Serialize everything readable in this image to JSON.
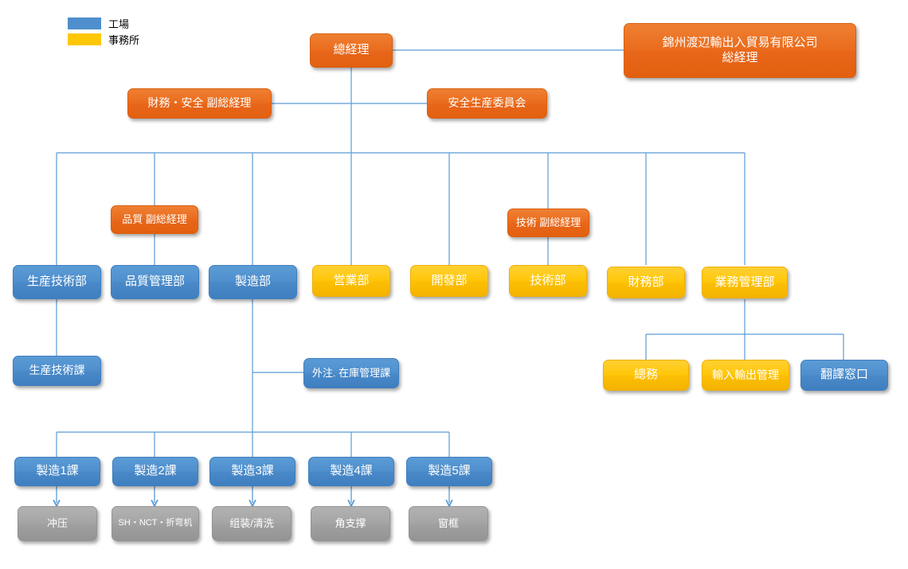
{
  "chart_type": "organization-chart",
  "legend": {
    "items": [
      {
        "label": "工場",
        "color": "#4f8fcd",
        "key": "factory"
      },
      {
        "label": "事務所",
        "color": "#ffc708",
        "key": "office"
      }
    ]
  },
  "colors": {
    "orange": "#e8661a",
    "blue": "#4f8fcd",
    "yellow": "#ffc708",
    "gray": "#a0a0a0",
    "connector": "#5b9bd5"
  },
  "nodes": {
    "general_manager": {
      "label": "總経理",
      "type": "orange"
    },
    "trading_company": {
      "label": "錦州渡辺輸出入貿易有限公司\n総経理",
      "line1": "錦州渡辺輸出入貿易有限公司",
      "line2": "総経理",
      "type": "orange"
    },
    "finance_safety_deputy": {
      "label": "財務・安全 副総経理",
      "type": "orange"
    },
    "safety_production_committee": {
      "label": "安全生産委員会",
      "type": "orange"
    },
    "quality_deputy": {
      "label": "品質 副総経理",
      "type": "orange"
    },
    "tech_deputy": {
      "label": "技術 副総経理",
      "type": "orange"
    },
    "dept_production_tech": {
      "label": "生産技術部",
      "type": "blue"
    },
    "dept_quality_mgmt": {
      "label": "品質管理部",
      "type": "blue"
    },
    "dept_manufacturing": {
      "label": "製造部",
      "type": "blue"
    },
    "dept_sales": {
      "label": "営業部",
      "type": "yellow"
    },
    "dept_development": {
      "label": "開發部",
      "type": "yellow"
    },
    "dept_technology": {
      "label": "技術部",
      "type": "yellow"
    },
    "dept_finance": {
      "label": "財務部",
      "type": "yellow"
    },
    "dept_business_mgmt": {
      "label": "業務管理部",
      "type": "yellow"
    },
    "sec_production_tech": {
      "label": "生産技術課",
      "type": "blue"
    },
    "sec_outsourcing_inventory": {
      "label": "外注. 在庫管理課",
      "type": "blue"
    },
    "sec_general_affairs": {
      "label": "總務",
      "type": "yellow"
    },
    "sec_import_export": {
      "label": "輸入輸出管理",
      "type": "yellow"
    },
    "sec_translation": {
      "label": "翻譯窓口",
      "type": "blue"
    },
    "mfg1": {
      "label": "製造1課",
      "type": "blue"
    },
    "mfg2": {
      "label": "製造2課",
      "type": "blue"
    },
    "mfg3": {
      "label": "製造3課",
      "type": "blue"
    },
    "mfg4": {
      "label": "製造4課",
      "type": "blue"
    },
    "mfg5": {
      "label": "製造5課",
      "type": "blue"
    },
    "proc1": {
      "label": "冲压",
      "type": "gray"
    },
    "proc2": {
      "label": "SH・NCT・折弯机",
      "type": "gray"
    },
    "proc3": {
      "label": "组装/清洗",
      "type": "gray"
    },
    "proc4": {
      "label": "角支撑",
      "type": "gray"
    },
    "proc5": {
      "label": "窗框",
      "type": "gray"
    }
  }
}
